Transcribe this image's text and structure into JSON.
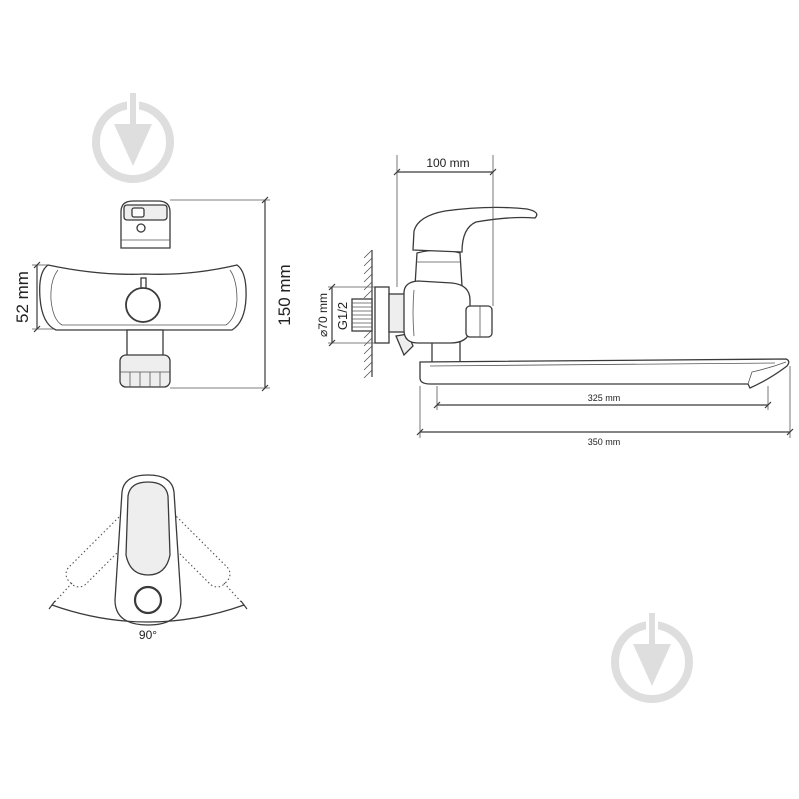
{
  "dimensions": {
    "body_height": "52 mm",
    "total_height": "150 mm",
    "wall_projection": "100 mm",
    "eccentric_diameter": "⌀70 mm",
    "thread": "G1/2",
    "spout_inner_length": "325 mm",
    "spout_total_length": "350 mm",
    "lever_rotation": "90°"
  },
  "colors": {
    "line": "#3a3a3a",
    "watermark": "#dedede",
    "background": "#ffffff"
  },
  "icons": {
    "watermark": "download-arrow-icon"
  }
}
